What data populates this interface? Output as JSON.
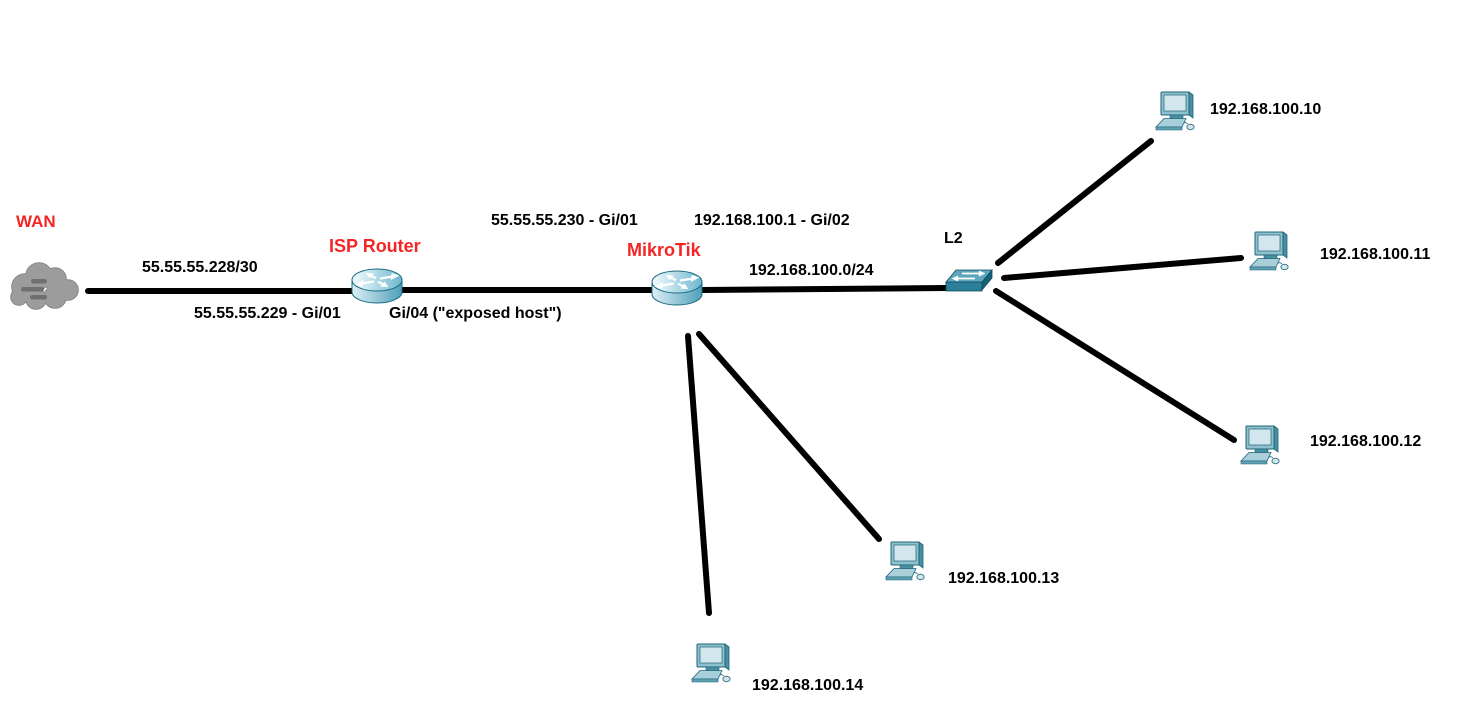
{
  "colors": {
    "background": "#ffffff",
    "device_label_red": "#f42525",
    "text": "#000000",
    "link": "#000000"
  },
  "devices": {
    "wan": {
      "label": "WAN",
      "icon": "cloud-icon"
    },
    "isp_router": {
      "label": "ISP Router",
      "icon": "router-icon"
    },
    "mikrotik": {
      "label": "MikroTik",
      "icon": "router-icon"
    },
    "l2_switch": {
      "label": "L2",
      "icon": "switch-icon"
    },
    "pc_10": {
      "label": "192.168.100.10",
      "icon": "pc-icon"
    },
    "pc_11": {
      "label": "192.168.100.11",
      "icon": "pc-icon"
    },
    "pc_12": {
      "label": "192.168.100.12",
      "icon": "pc-icon"
    },
    "pc_13": {
      "label": "192.168.100.13",
      "icon": "pc-icon"
    },
    "pc_14": {
      "label": "192.168.100.14",
      "icon": "pc-icon"
    }
  },
  "link_labels": {
    "wan_to_isp_subnet": "55.55.55.228/30",
    "isp_wan_interface": "55.55.55.229 - Gi/01",
    "isp_lan_interface": "Gi/04 (\"exposed host\")",
    "mikrotik_wan_interface": "55.55.55.230 - Gi/01",
    "mikrotik_lan_interface": "192.168.100.1 - Gi/02",
    "lan_subnet": "192.168.100.0/24"
  }
}
